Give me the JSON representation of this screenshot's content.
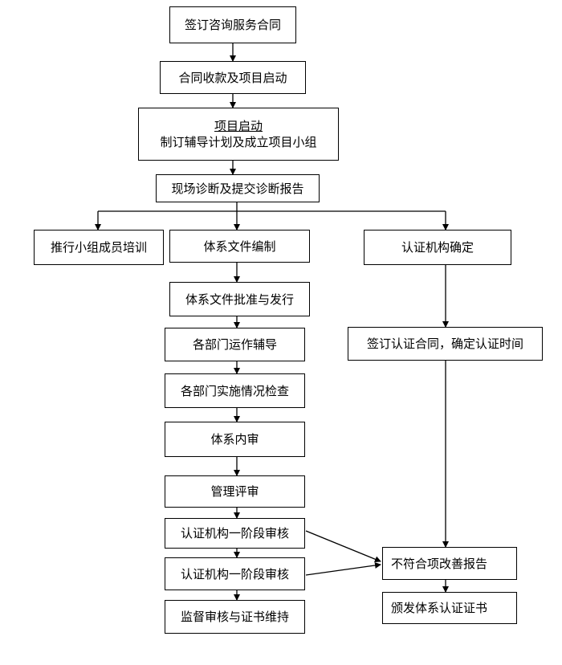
{
  "flow": {
    "sign_contract": "签订咨询服务合同",
    "payment_start": "合同收款及项目启动",
    "kickoff_title": "项目启动",
    "kickoff_desc": "制订辅导计划及成立项目小组",
    "diagnosis": "现场诊断及提交诊断报告",
    "team_training": "推行小组成员培训",
    "doc_compile": "体系文件编制",
    "cert_body_select": "认证机构确定",
    "doc_approve": "体系文件批准与发行",
    "dept_coaching": "各部门运作辅导",
    "sign_cert_contract": "签订认证合同，确定认证时间",
    "dept_check": "各部门实施情况检查",
    "internal_audit": "体系内审",
    "mgmt_review": "管理评审",
    "stage1_audit": "认证机构一阶段审核",
    "stage2_audit": "认证机构一阶段审核",
    "nc_report": "不符合项改善报告",
    "surveillance": "监督审核与证书维持",
    "issue_cert": "颁发体系认证证书"
  }
}
